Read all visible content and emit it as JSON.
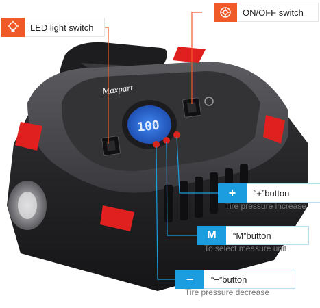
{
  "brand": "Maxpart",
  "display_reading": "100",
  "colors": {
    "orange_accent": "#f05a28",
    "blue_accent": "#1b9de0",
    "body_dark": "#2b2b2e",
    "body_grey": "#4a4a4e",
    "red_accent": "#e0201f",
    "lcd_blue": "#2a6fe0"
  },
  "callouts": {
    "led": {
      "icon": "light-bulb-icon",
      "label": "LED light switch"
    },
    "onoff": {
      "icon": "power-gear-icon",
      "label": "ON/OFF switch"
    },
    "plus": {
      "symbol": "+",
      "label": "“+”button",
      "description": "Tire pressure increase"
    },
    "m": {
      "symbol": "M",
      "label": "“M”button",
      "description": "To select measure unit"
    },
    "minus": {
      "symbol": "−",
      "label": "“−”button",
      "description": "Tire pressure decrease"
    }
  }
}
